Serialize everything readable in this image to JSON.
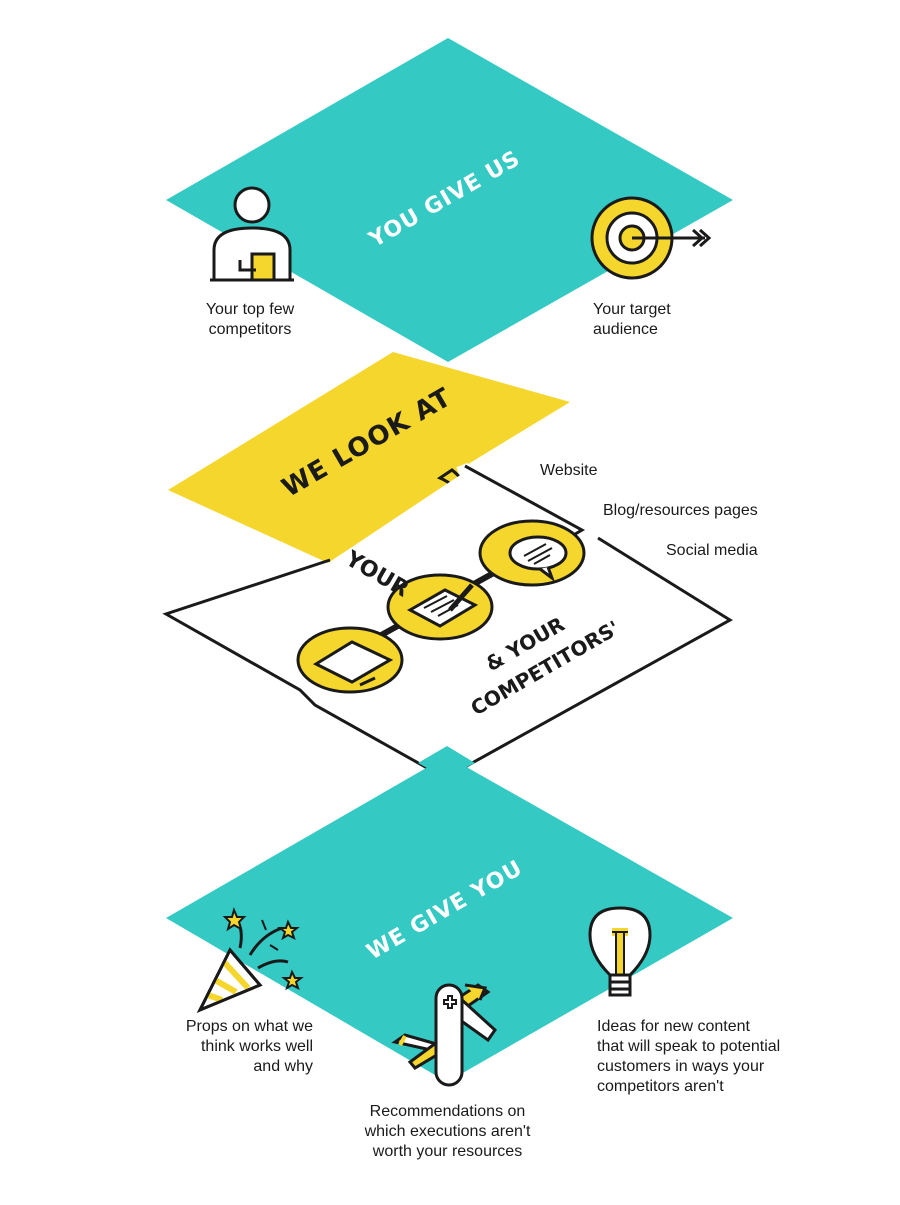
{
  "colors": {
    "teal": "#35c9c4",
    "yellow": "#f5d62c",
    "ink": "#1a1a1a",
    "white": "#ffffff"
  },
  "you_give_us": {
    "title": "YOU GIVE US",
    "items": [
      {
        "icon": "person-with-coffee-icon",
        "lines": [
          "Your top few",
          "competitors"
        ]
      },
      {
        "icon": "target-icon",
        "lines": [
          "Your target",
          "audience"
        ]
      }
    ]
  },
  "we_look_at": {
    "title": "WE LOOK AT",
    "your": "YOUR",
    "competitors_line1": "& YOUR",
    "competitors_line2": "COMPETITORS'",
    "channels": [
      "Website",
      "Blog/resources pages",
      "Social media"
    ]
  },
  "we_give_you": {
    "title": "WE GIVE YOU",
    "items": [
      {
        "icon": "party-popper-icon",
        "lines": [
          "Props on what we",
          "think works well",
          "and why"
        ]
      },
      {
        "icon": "swiss-army-knife-icon",
        "lines": [
          "Recommendations on",
          "which executions aren't",
          "worth your resources"
        ]
      },
      {
        "icon": "lightbulb-icon",
        "lines": [
          "Ideas for new content",
          "that will speak to potential",
          "customers in ways your",
          "competitors aren't"
        ]
      }
    ]
  }
}
